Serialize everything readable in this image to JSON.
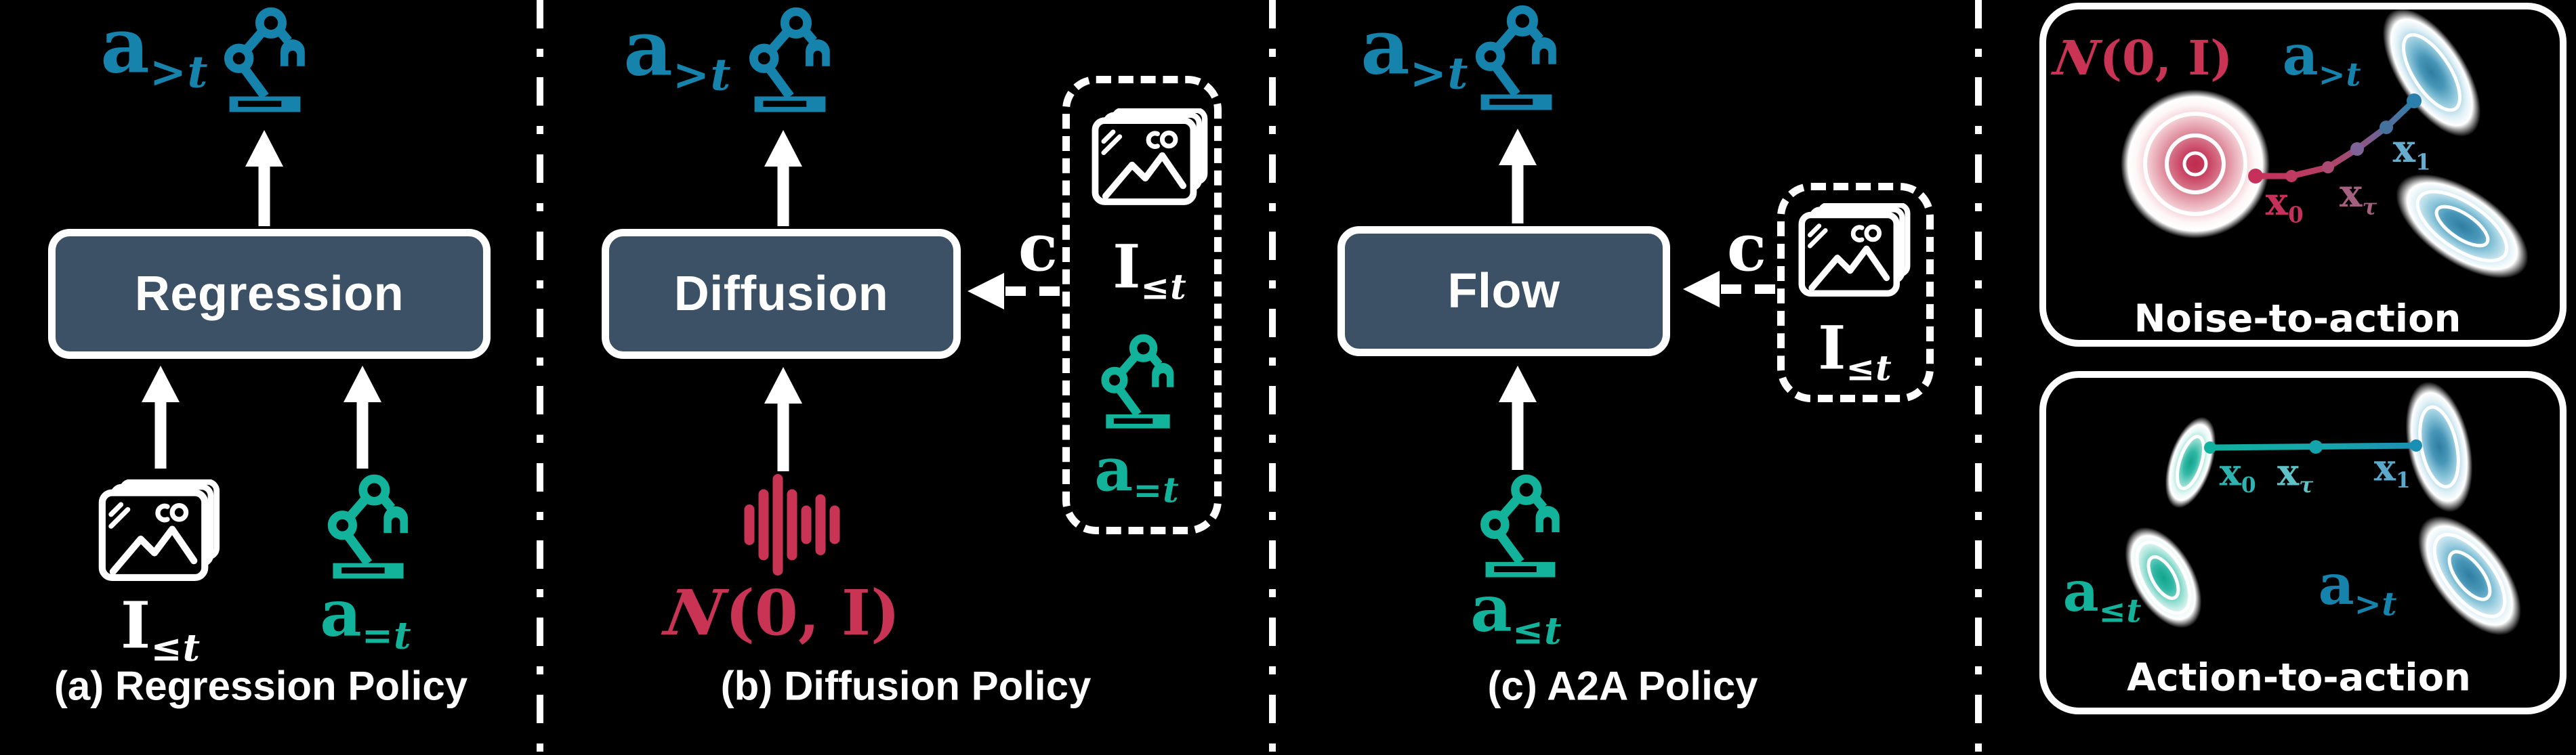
{
  "figure": {
    "panel_a": {
      "caption": "(a) Regression Policy",
      "box_label": "Regression",
      "output_action": {
        "base": "a",
        "sub": ">t"
      },
      "image_input": {
        "base": "I",
        "sub": "≤t"
      },
      "action_input": {
        "base": "a",
        "sub": "=t"
      }
    },
    "panel_b": {
      "caption": "(b) Diffusion Policy",
      "box_label": "Diffusion",
      "output_action": {
        "base": "a",
        "sub": ">t"
      },
      "noise_input": {
        "script": "N",
        "args": "(0, I)"
      },
      "condition": {
        "base": "c"
      },
      "context_image": {
        "base": "I",
        "sub": "≤t"
      },
      "context_action": {
        "base": "a",
        "sub": "=t"
      }
    },
    "panel_c": {
      "caption": "(c) A2A Policy",
      "box_label": "Flow",
      "output_action": {
        "base": "a",
        "sub": ">t"
      },
      "action_input": {
        "base": "a",
        "sub": "≤t"
      },
      "condition": {
        "base": "c"
      },
      "context_image": {
        "base": "I",
        "sub": "≤t"
      }
    },
    "noise_to_action": {
      "caption": "Noise-to-action",
      "noise_label": {
        "script": "N",
        "args": "(0, I)"
      },
      "action_label": {
        "base": "a",
        "sub": ">t"
      },
      "x0": {
        "base": "x",
        "sub": "0"
      },
      "xtau": {
        "base": "x",
        "sub": "τ"
      },
      "x1": {
        "base": "x",
        "sub": "1"
      }
    },
    "action_to_action": {
      "caption": "Action-to-action",
      "past_label": {
        "base": "a",
        "sub": "≤t"
      },
      "future_label": {
        "base": "a",
        "sub": ">t"
      },
      "x0": {
        "base": "x",
        "sub": "0"
      },
      "xtau": {
        "base": "x",
        "sub": "τ"
      },
      "x1": {
        "base": "x",
        "sub": "1"
      }
    },
    "icons": {
      "robot": "robot-arm-icon",
      "images": "image-stack-icon",
      "noise": "noise-waveform-icon"
    },
    "colors": {
      "background": "#000000",
      "future_action_blue": "#1583ab",
      "past_action_teal": "#12b29b",
      "noise_red": "#c93354",
      "box_fill": "#3d5166",
      "white": "#ffffff",
      "trajectory_purple": "#7d6397",
      "label_mauve": "#a4617f",
      "label_light_blue": "#66adcd",
      "label_light_teal": "#5fc3c8",
      "label_mid_teal": "#2fb3b0"
    }
  }
}
